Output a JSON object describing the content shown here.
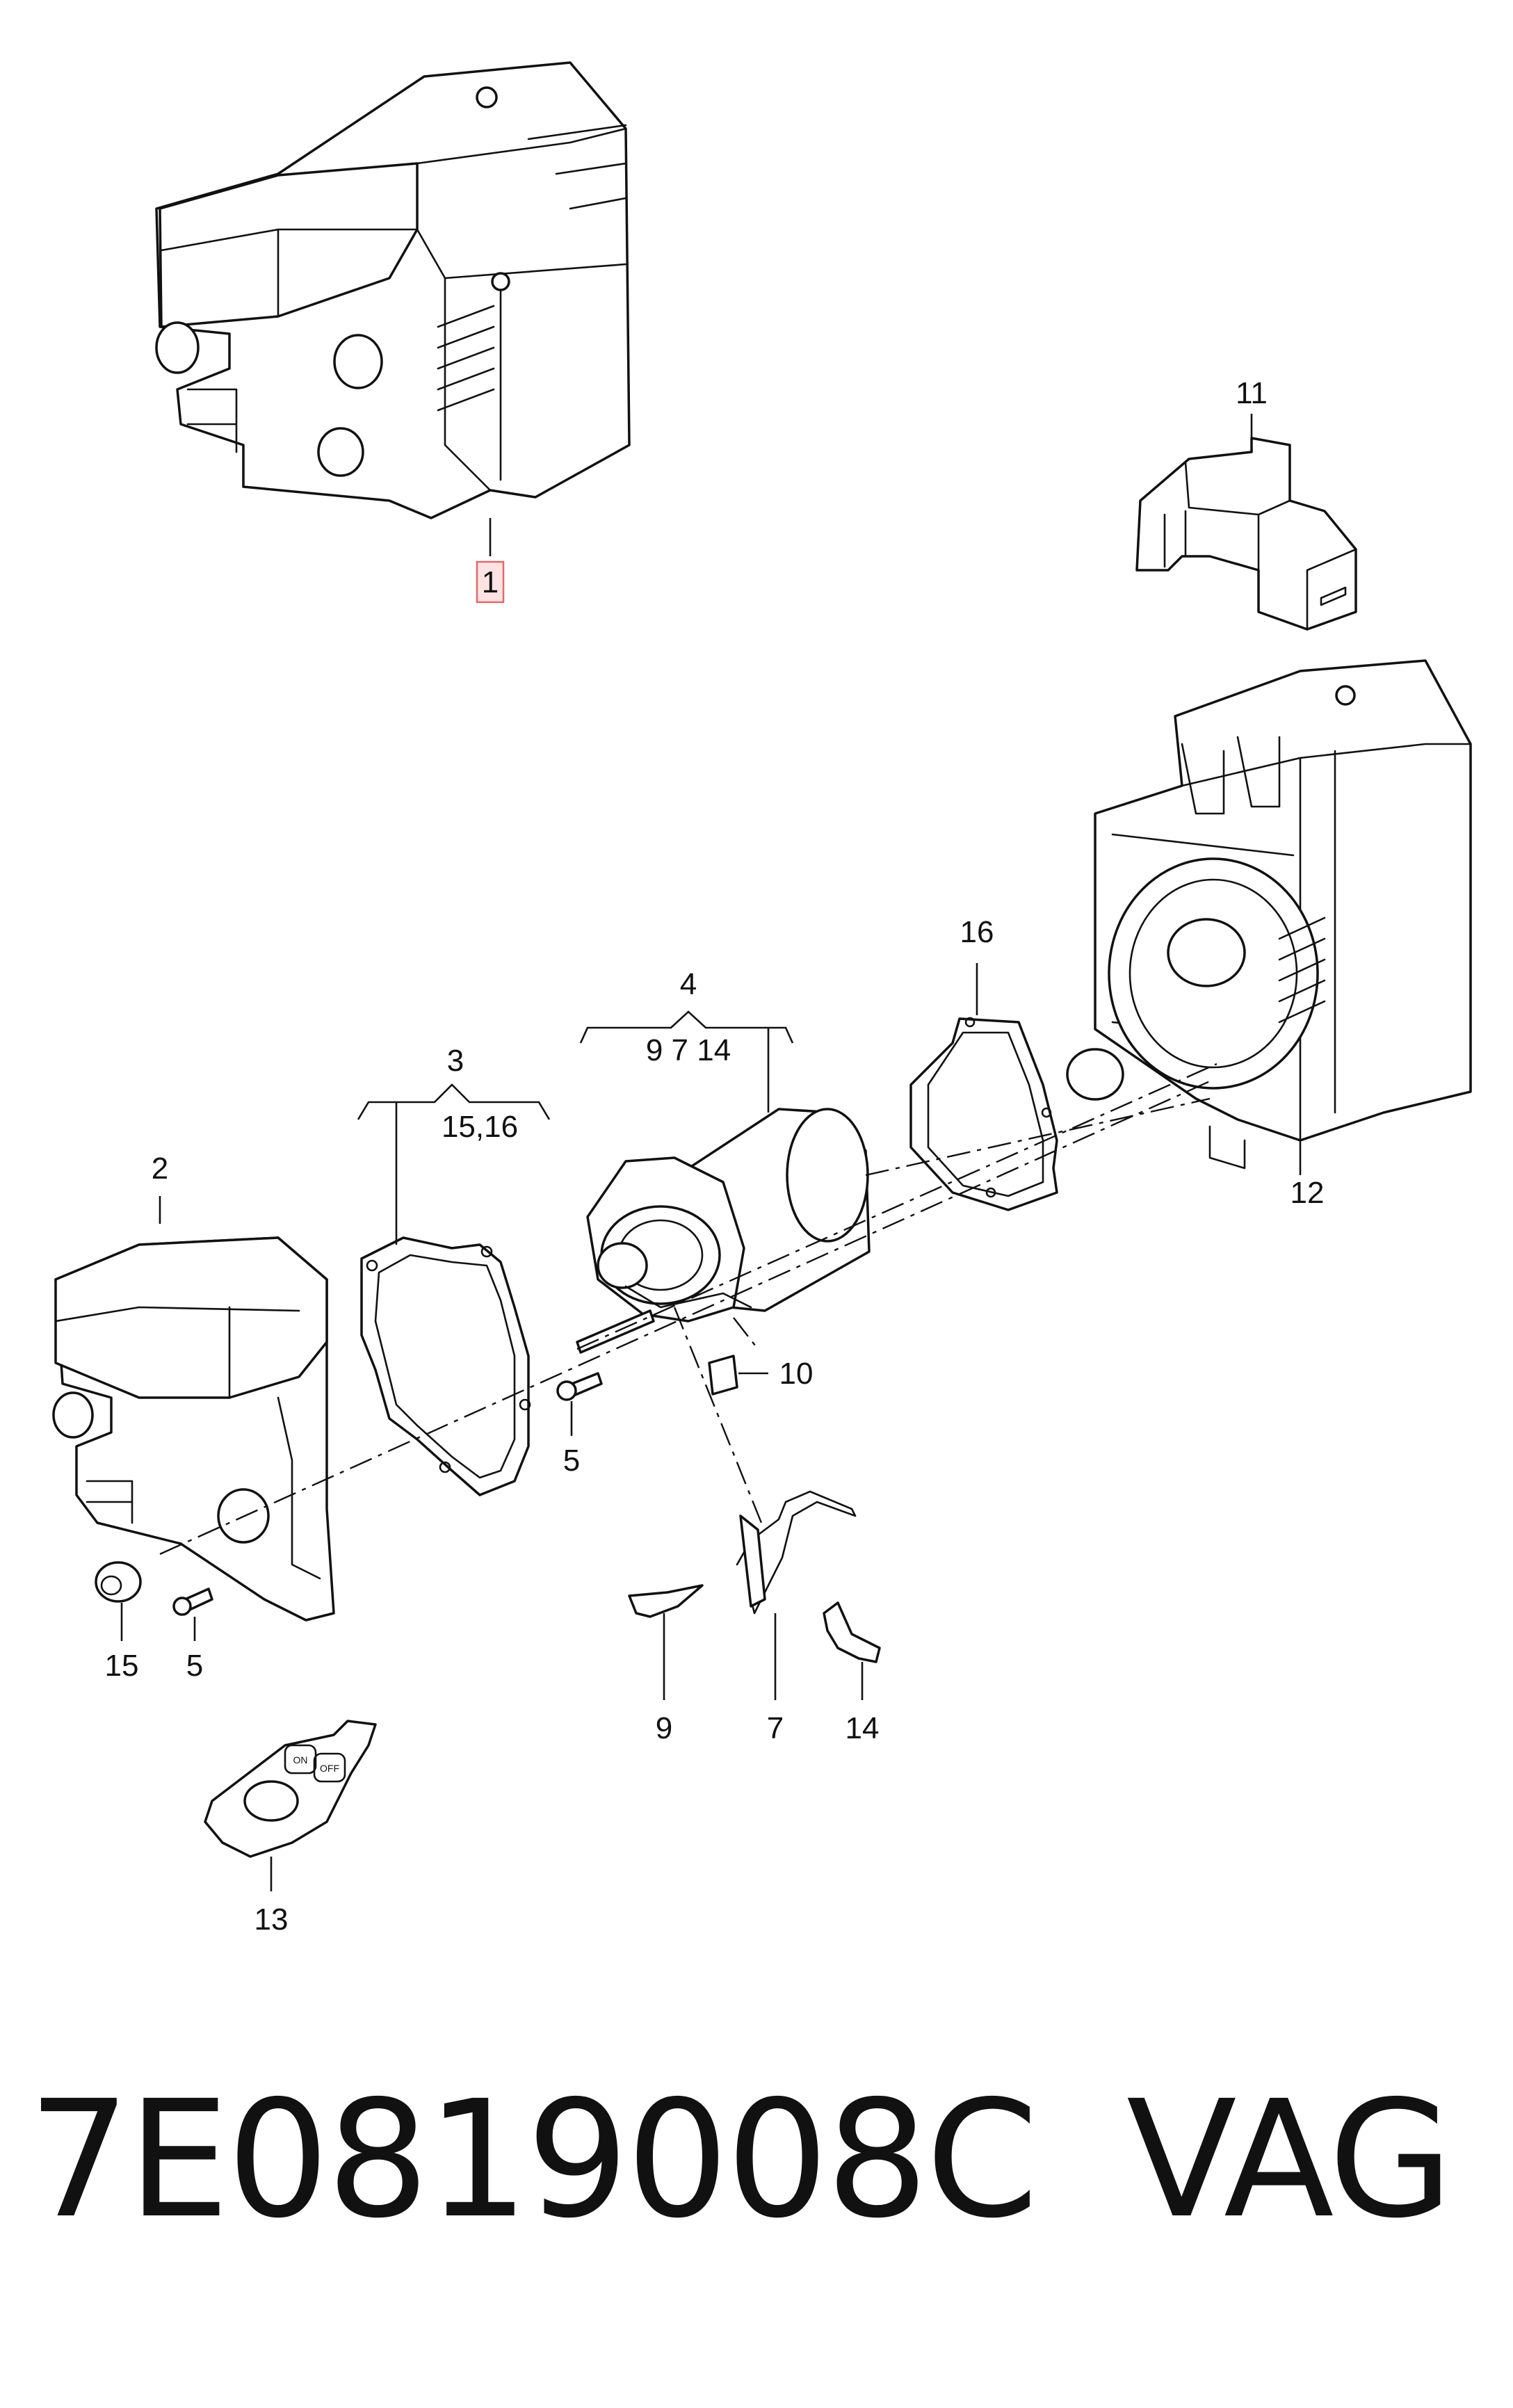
{
  "callouts": {
    "c1": "1",
    "c2": "2",
    "c3": "3",
    "c3_sub": "15,16",
    "c4": "4",
    "c4_sub": "9  7 14",
    "c5a": "5",
    "c5b": "5",
    "c7": "7",
    "c9": "9",
    "c10": "10",
    "c11": "11",
    "c12": "12",
    "c13": "13",
    "c14": "14",
    "c15": "15",
    "c16": "16"
  },
  "remote": {
    "on_label": "ON",
    "off_label": "OFF"
  },
  "caption": {
    "part_number": "7E0819008C",
    "brand": "VAG"
  },
  "colors": {
    "ink": "#111111",
    "highlight_fill": "#ffe3e3",
    "highlight_stroke": "#e06a6a"
  }
}
